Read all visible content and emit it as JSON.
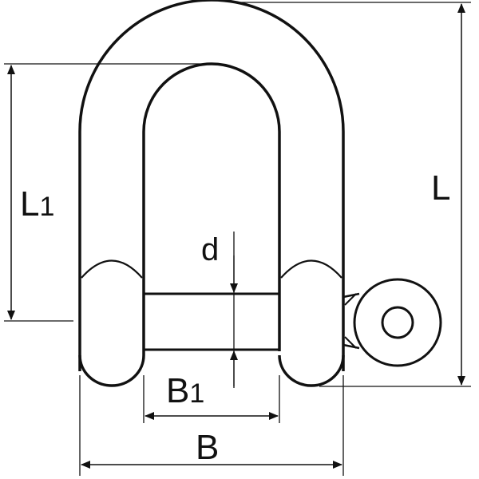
{
  "diagram": {
    "labels": {
      "L_main": "L",
      "L1_main": "L",
      "L1_sub": "1",
      "d": "d",
      "B1_main": "B",
      "B1_sub": "1",
      "B": "B"
    }
  },
  "colors": {
    "stroke": "#111111",
    "background": "#ffffff"
  }
}
